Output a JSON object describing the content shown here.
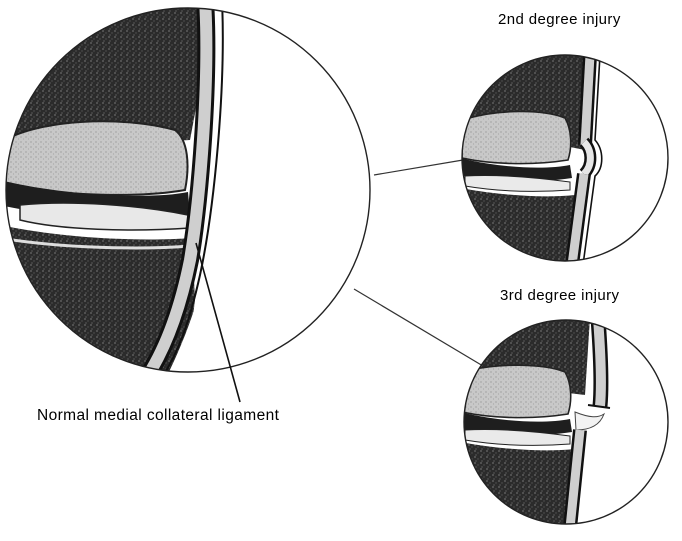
{
  "labels": {
    "second_degree": "2nd degree injury",
    "third_degree": "3rd degree injury",
    "normal": "Normal medial collateral ligament"
  },
  "colors": {
    "background": "#ffffff",
    "ink": "#111111",
    "dark_tissue": "#2b2b2b",
    "bone_light": "#cfcfcf",
    "bone_mid": "#9a9a9a",
    "ligament": "#bdbdbd"
  },
  "icons": {
    "main_view": "knee-joint-illustration",
    "second_view": "partial-tear-illustration",
    "third_view": "complete-tear-illustration"
  }
}
